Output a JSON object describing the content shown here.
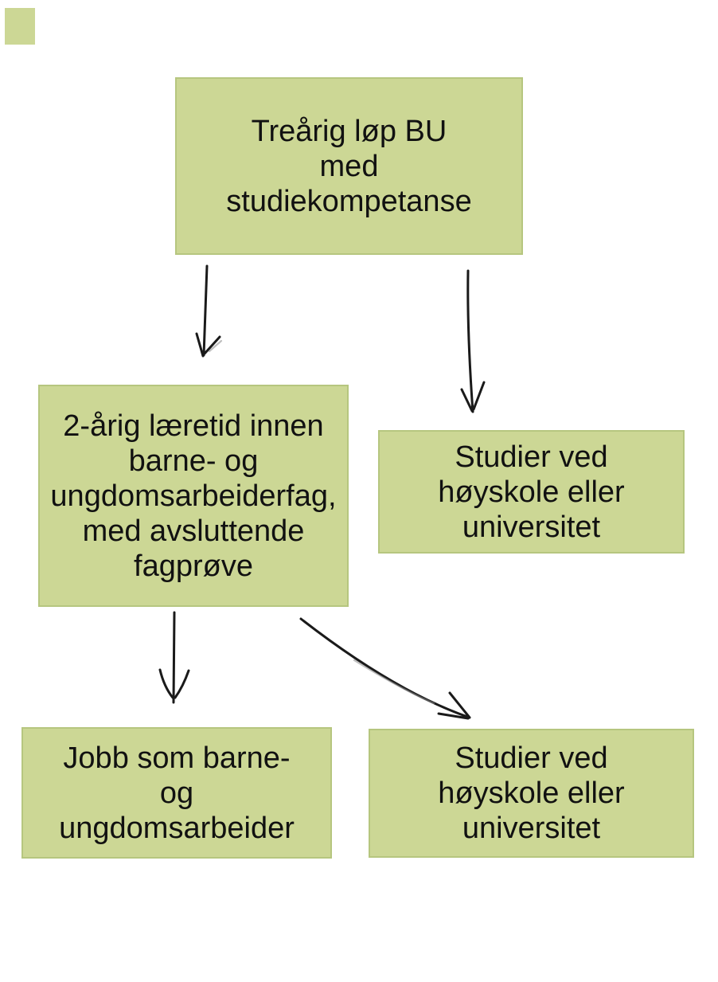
{
  "colors": {
    "background": "#ffffff",
    "node_fill": "#ccd795",
    "node_border": "#b6c67f",
    "text": "#111111",
    "arrow": "#1a1a1a"
  },
  "diagram": {
    "nodes": [
      {
        "id": "top",
        "text": "Treårig løp BU med studiekompetanse",
        "lines": [
          "Treårig løp BU",
          "med",
          "studiekompetanse"
        ]
      },
      {
        "id": "apprenticeship",
        "text": "2-årig læretid innen barne- og ungdomsarbeiderfag, med avsluttende fagprøve",
        "lines": [
          "2-årig læretid innen",
          "barne- og",
          "ungdomsarbeiderfag,",
          "med avsluttende",
          "fagprøve"
        ]
      },
      {
        "id": "studies-upper",
        "text": "Studier ved høyskole eller universitet",
        "lines": [
          "Studier ved",
          "høyskole eller",
          "universitet"
        ]
      },
      {
        "id": "job",
        "text": "Jobb som barne- og ungdomsarbeider",
        "lines": [
          "Jobb som barne-",
          "og",
          "ungdomsarbeider"
        ]
      },
      {
        "id": "studies-lower",
        "text": "Studier ved høyskole eller universitet",
        "lines": [
          "Studier ved",
          "høyskole eller",
          "universitet"
        ]
      }
    ],
    "edges": [
      {
        "from": "top",
        "to": "apprenticeship"
      },
      {
        "from": "top",
        "to": "studies-upper"
      },
      {
        "from": "apprenticeship",
        "to": "job"
      },
      {
        "from": "apprenticeship",
        "to": "studies-lower"
      }
    ]
  }
}
